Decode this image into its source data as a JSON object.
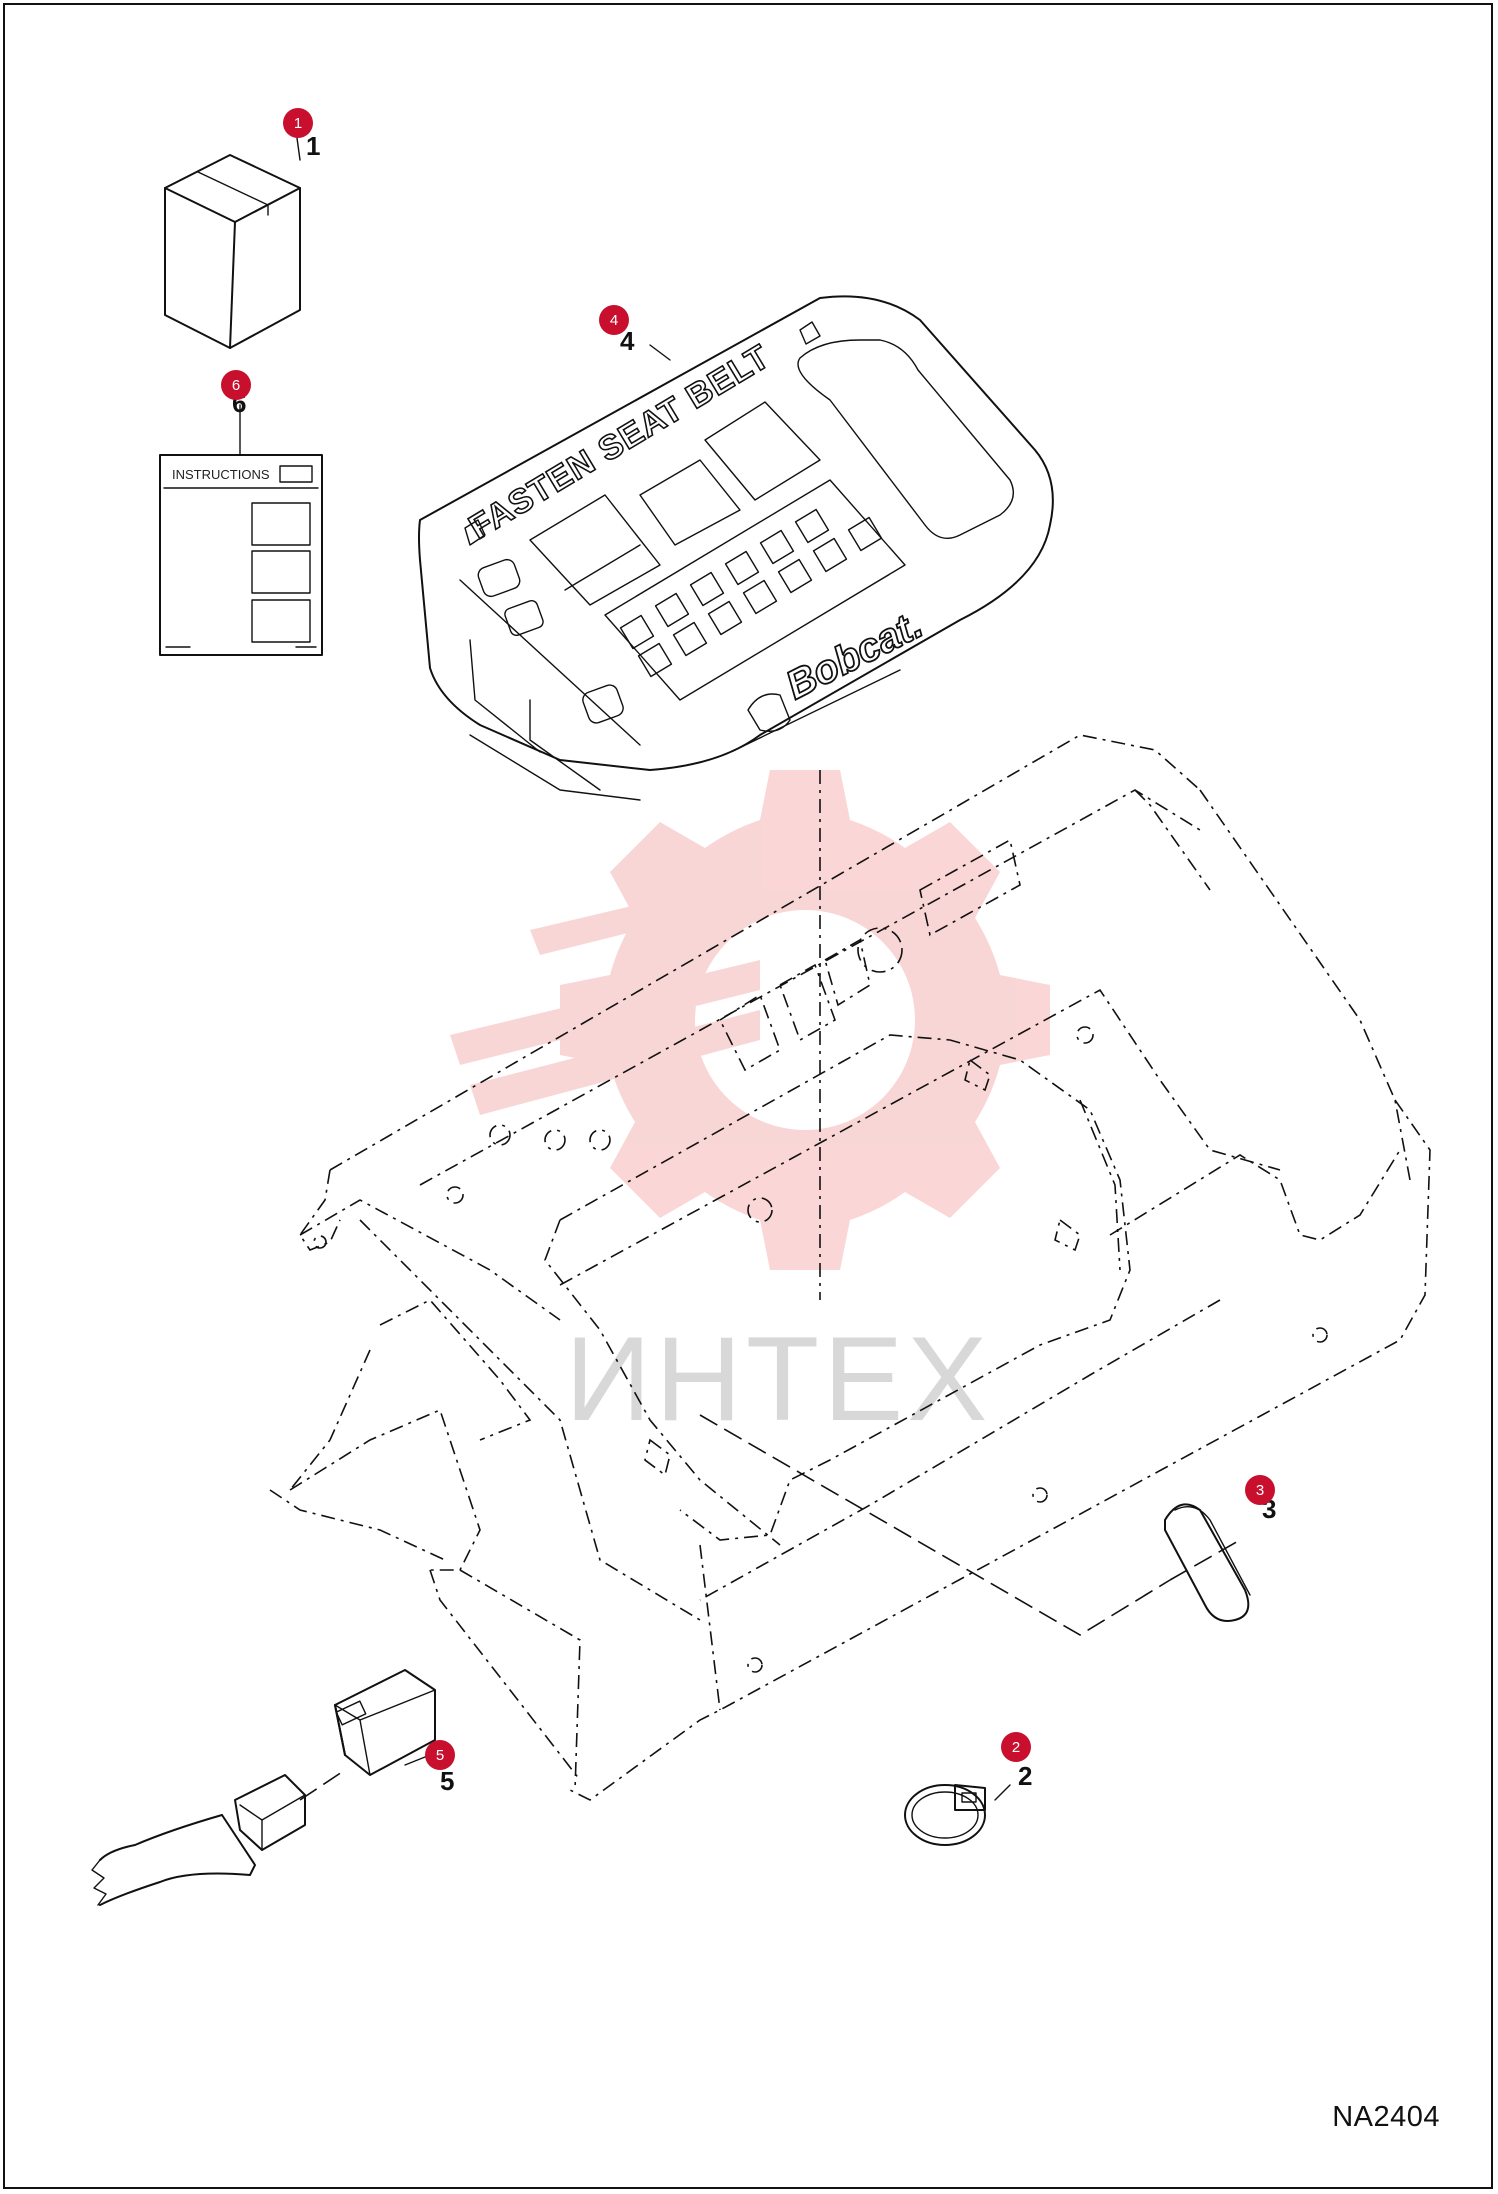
{
  "drawing": {
    "figure_number": "NA2404"
  },
  "watermark": {
    "text": "ИНТЕХ",
    "color": "#f5b5b5"
  },
  "badge_color": "#c8102e",
  "callouts": [
    {
      "badge": "1",
      "number": "1"
    },
    {
      "badge": "2",
      "number": "2"
    },
    {
      "badge": "3",
      "number": "3"
    },
    {
      "badge": "4",
      "number": "4"
    },
    {
      "badge": "5",
      "number": "5"
    },
    {
      "badge": "6",
      "number": "6"
    }
  ],
  "instruction_sheet": {
    "title": "INSTRUCTIONS"
  },
  "panel": {
    "label": "FASTEN SEAT BELT",
    "brand": "Bobcat."
  }
}
